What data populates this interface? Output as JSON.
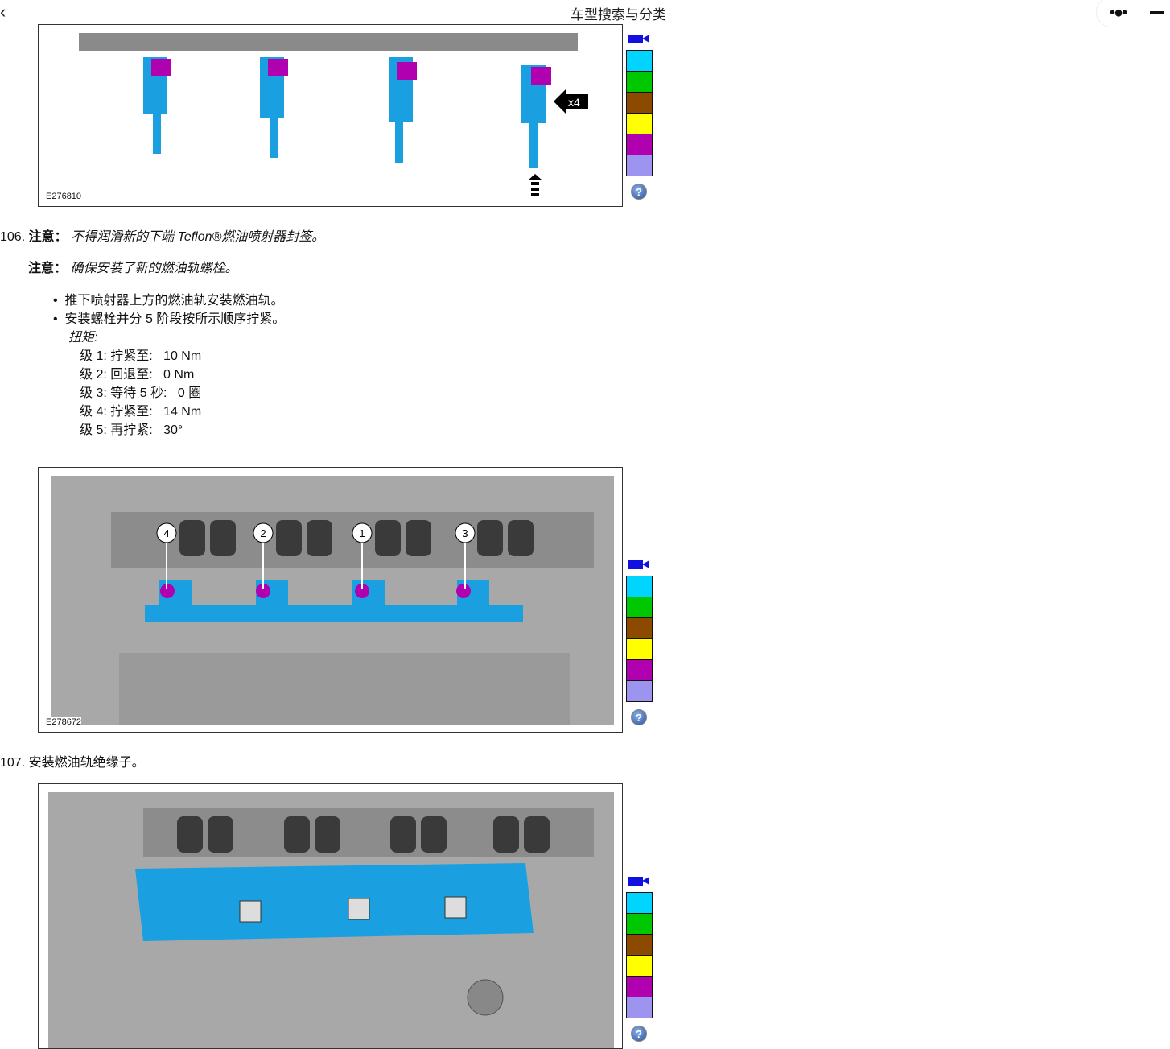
{
  "header": {
    "back_icon": "chevron-left-icon",
    "title": "车型搜索与分类",
    "more_icon": "more-dots-icon",
    "minimize_icon": "minus-icon"
  },
  "palette": {
    "colors": [
      "#00d4ff",
      "#00c800",
      "#8b4a00",
      "#ffff00",
      "#b000b0",
      "#9c94ee"
    ],
    "camera_icon": "video-camera-icon",
    "help_icon": "help-icon",
    "help_label": "?"
  },
  "figures": [
    {
      "id": "E276810",
      "callout": "x4"
    },
    {
      "id": "E278672",
      "callouts": [
        "4",
        "2",
        "1",
        "3"
      ]
    },
    {
      "id": ""
    }
  ],
  "step106": {
    "number": "106.",
    "note_label": "注意：",
    "note1": "不得润滑新的下端 Teflon®燃油喷射器封签。",
    "note2": "确保安装了新的燃油轨螺栓。",
    "bullets": [
      "推下喷射器上方的燃油轨安装燃油轨。",
      "安装螺栓并分 5 阶段按所示顺序拧紧。"
    ],
    "torque_label": "扭矩:",
    "stages": [
      {
        "stage": "级 1:",
        "action": "拧紧至:",
        "value": "10 Nm"
      },
      {
        "stage": "级 2:",
        "action": "回退至:",
        "value": "0 Nm"
      },
      {
        "stage": "级 3:",
        "action": "等待 5 秒:",
        "value": "0 圈"
      },
      {
        "stage": "级 4:",
        "action": "拧紧至:",
        "value": "14 Nm"
      },
      {
        "stage": "级 5:",
        "action": "再拧紧:",
        "value": "30°"
      }
    ]
  },
  "step107": {
    "number": "107.",
    "text": "安装燃油轨绝缘子。"
  }
}
